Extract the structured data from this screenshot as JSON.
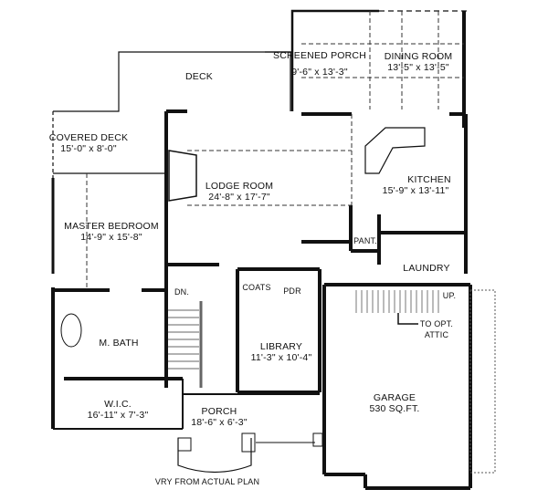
{
  "plan": {
    "rooms": [
      {
        "id": "deck",
        "name": "DECK",
        "size": ""
      },
      {
        "id": "screened_porch",
        "name": "SCREENED PORCH",
        "size": "9'-6\" x 13'-3\""
      },
      {
        "id": "dining_room",
        "name": "DINING ROOM",
        "size": "13'-5\" x 13'-5\""
      },
      {
        "id": "covered_deck",
        "name": "COVERED DECK",
        "size": "15'-0\" x 8'-0\""
      },
      {
        "id": "lodge_room",
        "name": "LODGE ROOM",
        "size": "24'-8\" x 17'-7\""
      },
      {
        "id": "kitchen",
        "name": "KITCHEN",
        "size": "15'-9\" x 13'-11\""
      },
      {
        "id": "master_bedroom",
        "name": "MASTER BEDROOM",
        "size": "14'-9\" x 15'-8\""
      },
      {
        "id": "pantry",
        "name": "PANT.",
        "size": ""
      },
      {
        "id": "laundry",
        "name": "LAUNDRY",
        "size": ""
      },
      {
        "id": "coats",
        "name": "COATS",
        "size": ""
      },
      {
        "id": "pdr",
        "name": "PDR",
        "size": ""
      },
      {
        "id": "m_bath",
        "name": "M. BATH",
        "size": ""
      },
      {
        "id": "library",
        "name": "LIBRARY",
        "size": "11'-3\" x 10'-4\""
      },
      {
        "id": "wic",
        "name": "W.I.C.",
        "size": "16'-11\" x 7'-3\""
      },
      {
        "id": "garage",
        "name": "GARAGE",
        "size": "530 SQ.FT."
      },
      {
        "id": "porch",
        "name": "PORCH",
        "size": "18'-6\" x 6'-3\""
      }
    ],
    "annotations": {
      "stairs_down": "DN.",
      "stairs_up": "UP.",
      "attic_line1": "TO OPT.",
      "attic_line2": "ATTIC",
      "disclaimer": "VRY FROM ACTUAL PLAN"
    },
    "colors": {
      "wall": "#111111",
      "background": "#ffffff",
      "dashed": "#333333"
    }
  }
}
